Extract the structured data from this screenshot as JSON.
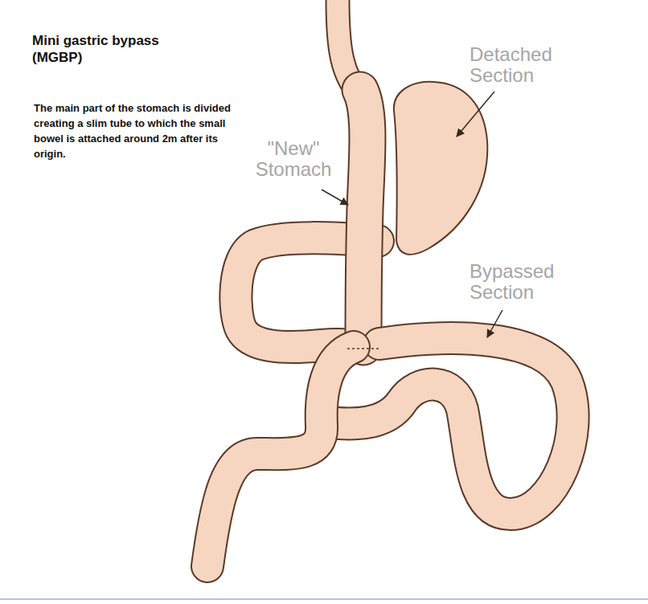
{
  "diagram": {
    "title": "Mini gastric bypass (MGBP)",
    "labels": [
      "The main part of the stomach is divided creating a slim tube to which the small bowel is attached around 2m after its origin.",
      "Detached Section",
      "\"New\" Stomach",
      "Bypassed Section"
    ]
  }
}
